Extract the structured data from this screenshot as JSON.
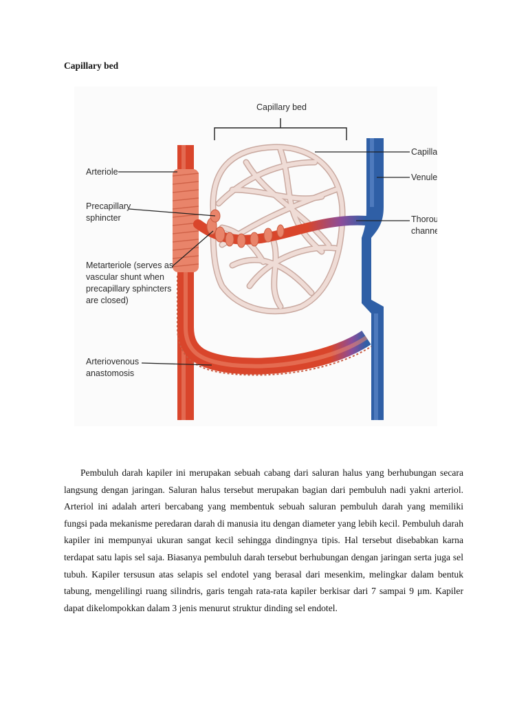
{
  "document": {
    "heading": "Capillary bed",
    "paragraph": "Pembuluh darah kapiler ini merupakan sebuah cabang dari saluran halus yang berhubungan secara langsung dengan jaringan. Saluran halus tersebut merupakan bagian dari pembuluh nadi yakni arteriol. Arteriol ini adalah arteri bercabang yang membentuk sebuah saluran pembuluh darah yang memiliki fungsi pada mekanisme peredaran darah di manusia itu dengan diameter yang lebih kecil. Pembuluh darah kapiler ini mempunyai ukuran sangat kecil sehingga dindingnya tipis. Hal tersebut disebabkan karna terdapat satu lapis sel saja. Biasanya pembuluh darah tersebut berhubungan dengan jaringan serta juga sel tubuh. Kapiler tersusun atas selapis sel endotel yang berasal dari mesenkim, melingkar dalam bentuk tabung, mengelilingi ruang silindris, garis tengah rata-rata kapiler berkisar dari 7 sampai 9 μm. Kapiler dapat dikelompokkan dalam 3 jenis menurut struktur dinding sel endotel."
  },
  "figure": {
    "labels": {
      "capillary_bed": "Capillary bed",
      "capillary": "Capillary",
      "venule": "Venule",
      "thoroughfare_1": "Thoroughfare",
      "thoroughfare_2": "channel",
      "arteriole": "Arteriole",
      "precap_1": "Precapillary",
      "precap_2": "sphincter",
      "metart_1": "Metarteriole (serves as",
      "metart_2": "vascular shunt when",
      "metart_3": "precapillary sphincters",
      "metart_4": "are closed)",
      "av_1": "Arteriovenous",
      "av_2": "anastomosis"
    },
    "colors": {
      "artery": "#d9452b",
      "artery_light": "#e9846a",
      "vein": "#2f5fa6",
      "capillary": "#efdcd6",
      "capillary_outline": "#c9a9a0",
      "leader_line": "#222222"
    }
  }
}
